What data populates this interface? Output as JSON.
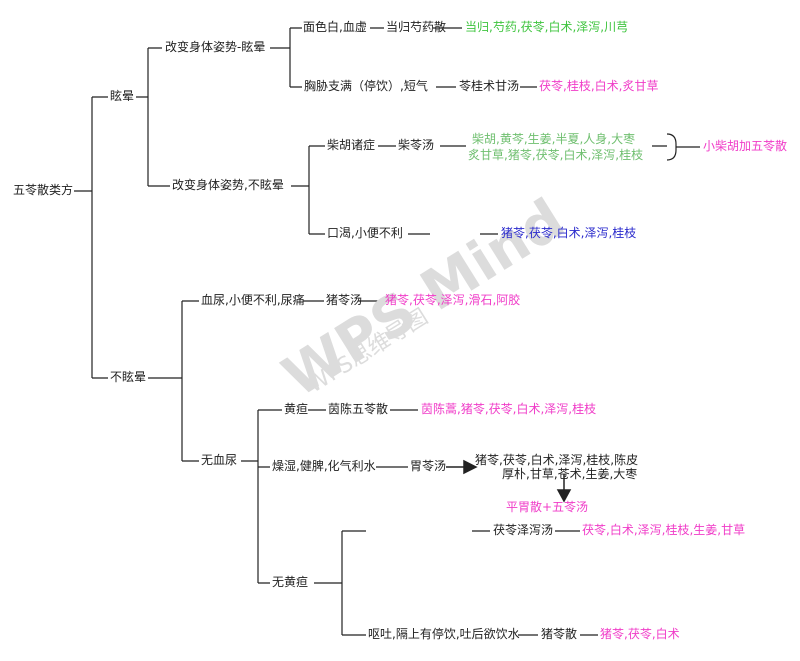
{
  "watermark": {
    "brand": "WPS Mind",
    "sub": "WPS思维导图"
  },
  "colors": {
    "line": "#222222",
    "green": "#3ec43e",
    "light_green": "#6fbf6f",
    "pink": "#f03cc8",
    "blue": "#2a2acc"
  },
  "root": "五苓散类方",
  "xuanyun": {
    "label": "眩晕",
    "gaibian": "改变身体姿势-眩晕",
    "mianse": "面色白,血虚",
    "danggui": "当归芍药散",
    "danggui_herbs": "当归,芍药,茯苓,白术,泽泻,川芎",
    "xiongxie": "胸胁支满（停饮）,短气",
    "linggui": "苓桂术甘汤",
    "linggui_herbs": "茯苓,桂枝,白术,炙甘草"
  },
  "buxuanyun_branch": {
    "gaibian": "改变身体姿势,不眩晕",
    "chaihu": "柴胡诸症",
    "chailing": "柴苓汤",
    "chailing_herbs_1": "柴胡,黄芩,生姜,半夏,人身,大枣",
    "chailing_herbs_2": "炙甘草,猪苓,茯苓,白术,泽泻,桂枝",
    "xiaochaihu": "小柴胡加五苓散",
    "kouke": "口渴,小便不利",
    "kouke_herbs": "猪苓,茯苓,白术,泽泻,桂枝"
  },
  "buxuanyun": {
    "label": "不眩晕",
    "xueniao": "血尿,小便不利,尿痛",
    "zhuling": "猪苓汤",
    "zhuling_herbs": "猪苓,茯苓,泽泻,滑石,阿胶",
    "wuxueniao": "无血尿",
    "huangdan": "黄疸",
    "yinchen": "茵陈五苓散",
    "yinchen_herbs": "茵陈蒿,猪苓,茯苓,白术,泽泻,桂枝",
    "zaoshi": "燥湿,健脾,化气利水",
    "weiling": "胃苓汤",
    "weiling_herbs_1": "猪苓,茯苓,白术,泽泻,桂枝,陈皮",
    "weiling_herbs_2": "厚朴,甘草,苍术,生姜,大枣",
    "pingwei": "平胃散+五苓汤",
    "wuhuangdan": "无黄疸",
    "fulingzexie": "茯苓泽泻汤",
    "fulingzexie_herbs": "茯苓,白术,泽泻,桂枝,生姜,甘草",
    "outu": "呕吐,隔上有停饮,吐后欲饮水",
    "zhuling2": "猪苓散",
    "zhuling2_herbs": "猪苓,茯苓,白术"
  }
}
